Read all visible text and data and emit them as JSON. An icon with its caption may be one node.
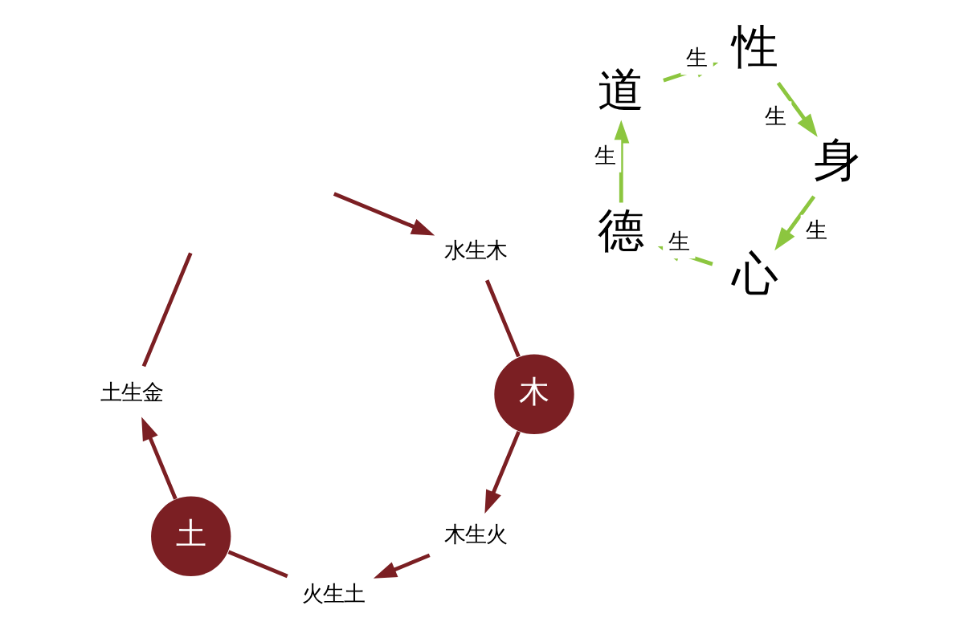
{
  "diagram": {
    "nodes": [
      {
        "text": [
          "木生火"
        ]
      },
      {
        "text": [
          "火生土"
        ]
      },
      {
        "text": [
          "心"
        ]
      },
      {
        "text": [
          "木"
        ]
      },
      {
        "text": [
          "土"
        ]
      },
      {
        "text": [
          "身"
        ]
      },
      {
        "text": [
          "德"
        ]
      },
      {
        "text": [
          "水生木"
        ]
      },
      {
        "text": [
          "土生金"
        ]
      },
      {
        "text": [
          "性"
        ]
      },
      {
        "text": [
          "道"
        ]
      }
    ],
    "edges": [
      {
        "from": 3,
        "to": 0,
        "arrow": "to"
      },
      {
        "from": 0,
        "to": 1,
        "arrow": "to"
      },
      {
        "from": 1,
        "to": 4,
        "arrow": "none"
      },
      {
        "from": 4,
        "to": 8,
        "arrow": "to"
      },
      {
        "from": 8,
        "to": null,
        "arrow": "none"
      },
      {
        "from": null,
        "to": 7,
        "arrow": "to"
      },
      {
        "from": 7,
        "to": 3,
        "arrow": "none"
      },
      {
        "from": 2,
        "to": 6,
        "arrow": "to",
        "label": "生",
        "color": "#8cc63f"
      },
      {
        "from": 6,
        "to": 10,
        "arrow": "to",
        "label": "生",
        "color": "#8cc63f"
      },
      {
        "from": 10,
        "to": 9,
        "arrow": "to",
        "label": "生",
        "color": "#8cc63f"
      },
      {
        "from": 9,
        "to": 5,
        "arrow": "to",
        "label": "生",
        "color": "#8cc63f"
      },
      {
        "from": 5,
        "to": 2,
        "arrow": "to",
        "label": "生",
        "color": "#8cc63f"
      }
    ]
  }
}
